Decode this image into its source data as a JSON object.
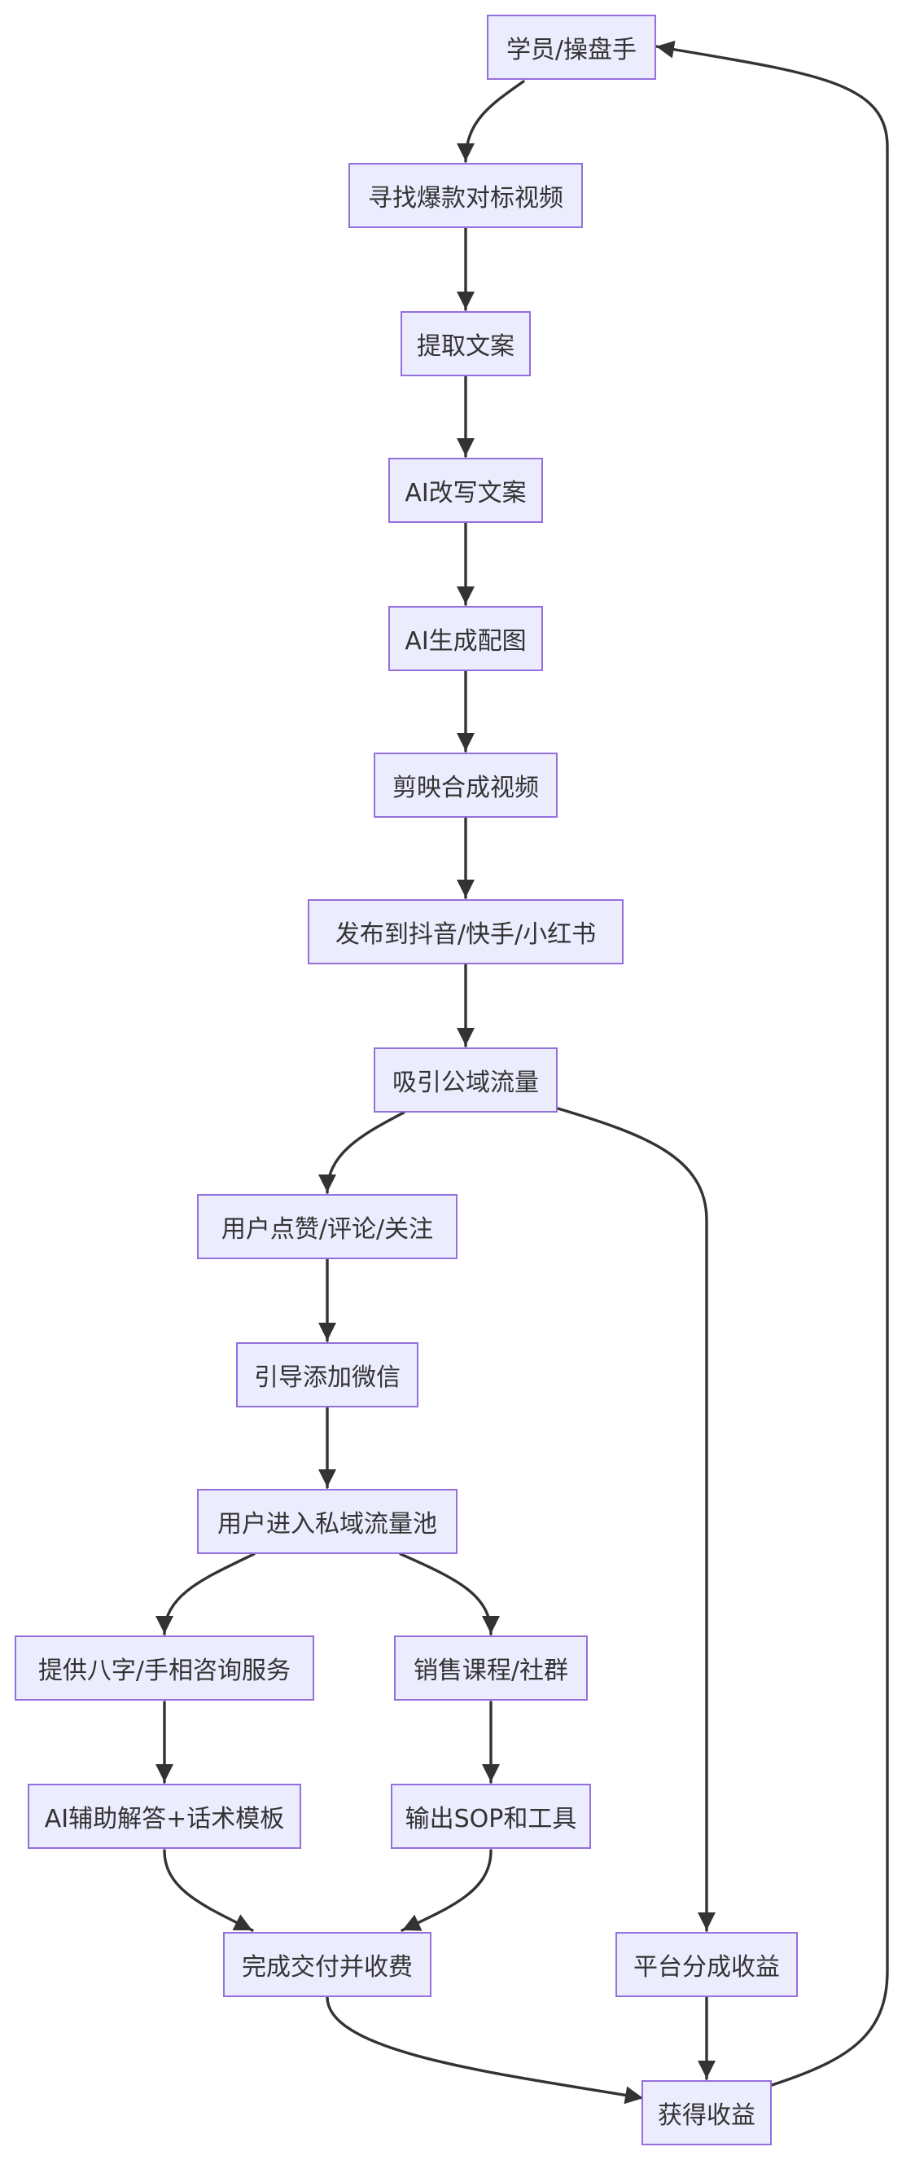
{
  "diagram": {
    "type": "flowchart",
    "direction": "top-down",
    "colors": {
      "node_fill": "#ececff",
      "node_border": "#9370db",
      "edge": "#333333",
      "text": "#333333"
    },
    "nodes": {
      "learner": "学员/操盘手",
      "find_viral": "寻找爆款对标视频",
      "extract_copy": "提取文案",
      "ai_rewrite": "AI改写文案",
      "ai_images": "AI生成配图",
      "jianying": "剪映合成视频",
      "publish": "发布到抖音/快手/小红书",
      "public_traffic": "吸引公域流量",
      "user_engage": "用户点赞/评论/关注",
      "add_wechat": "引导添加微信",
      "private_pool": "用户进入私域流量池",
      "bazi_service": "提供八字/手相咨询服务",
      "sell_course": "销售课程/社群",
      "ai_answer": "AI辅助解答+话术模板",
      "output_sop": "输出SOP和工具",
      "deliver_fee": "完成交付并收费",
      "platform_share": "平台分成收益",
      "earnings": "获得收益"
    },
    "edges": [
      [
        "learner",
        "find_viral"
      ],
      [
        "find_viral",
        "extract_copy"
      ],
      [
        "extract_copy",
        "ai_rewrite"
      ],
      [
        "ai_rewrite",
        "ai_images"
      ],
      [
        "ai_images",
        "jianying"
      ],
      [
        "jianying",
        "publish"
      ],
      [
        "publish",
        "public_traffic"
      ],
      [
        "public_traffic",
        "user_engage"
      ],
      [
        "public_traffic",
        "platform_share"
      ],
      [
        "user_engage",
        "add_wechat"
      ],
      [
        "add_wechat",
        "private_pool"
      ],
      [
        "private_pool",
        "bazi_service"
      ],
      [
        "private_pool",
        "sell_course"
      ],
      [
        "bazi_service",
        "ai_answer"
      ],
      [
        "sell_course",
        "output_sop"
      ],
      [
        "ai_answer",
        "deliver_fee"
      ],
      [
        "output_sop",
        "deliver_fee"
      ],
      [
        "deliver_fee",
        "earnings"
      ],
      [
        "platform_share",
        "earnings"
      ],
      [
        "earnings",
        "learner"
      ]
    ]
  }
}
